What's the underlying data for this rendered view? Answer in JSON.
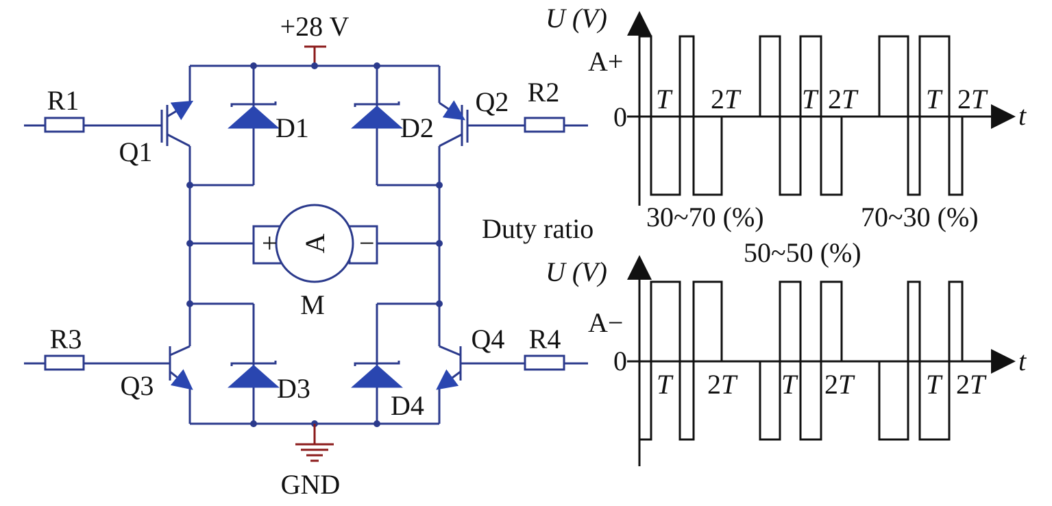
{
  "circuit": {
    "supply": "+28 V",
    "ground": "GND",
    "motor_symbol": "A",
    "motor_label": "M",
    "motor_plus": "+",
    "motor_minus": "−",
    "resistors": [
      "R1",
      "R2",
      "R3",
      "R4"
    ],
    "transistors": [
      "Q1",
      "Q2",
      "Q3",
      "Q4"
    ],
    "diodes": [
      "D1",
      "D2",
      "D3",
      "D4"
    ]
  },
  "waveforms": {
    "y_axis_label": "U (V)",
    "t_label": "t",
    "zero": "0",
    "top_level": "A+",
    "bottom_level": "A−",
    "period_label": "T",
    "double_period_label": "2T",
    "duty_ratio_label": "Duty ratio",
    "duty_segments": [
      "30~70 (%)",
      "50~50 (%)",
      "70~30 (%)"
    ]
  }
}
